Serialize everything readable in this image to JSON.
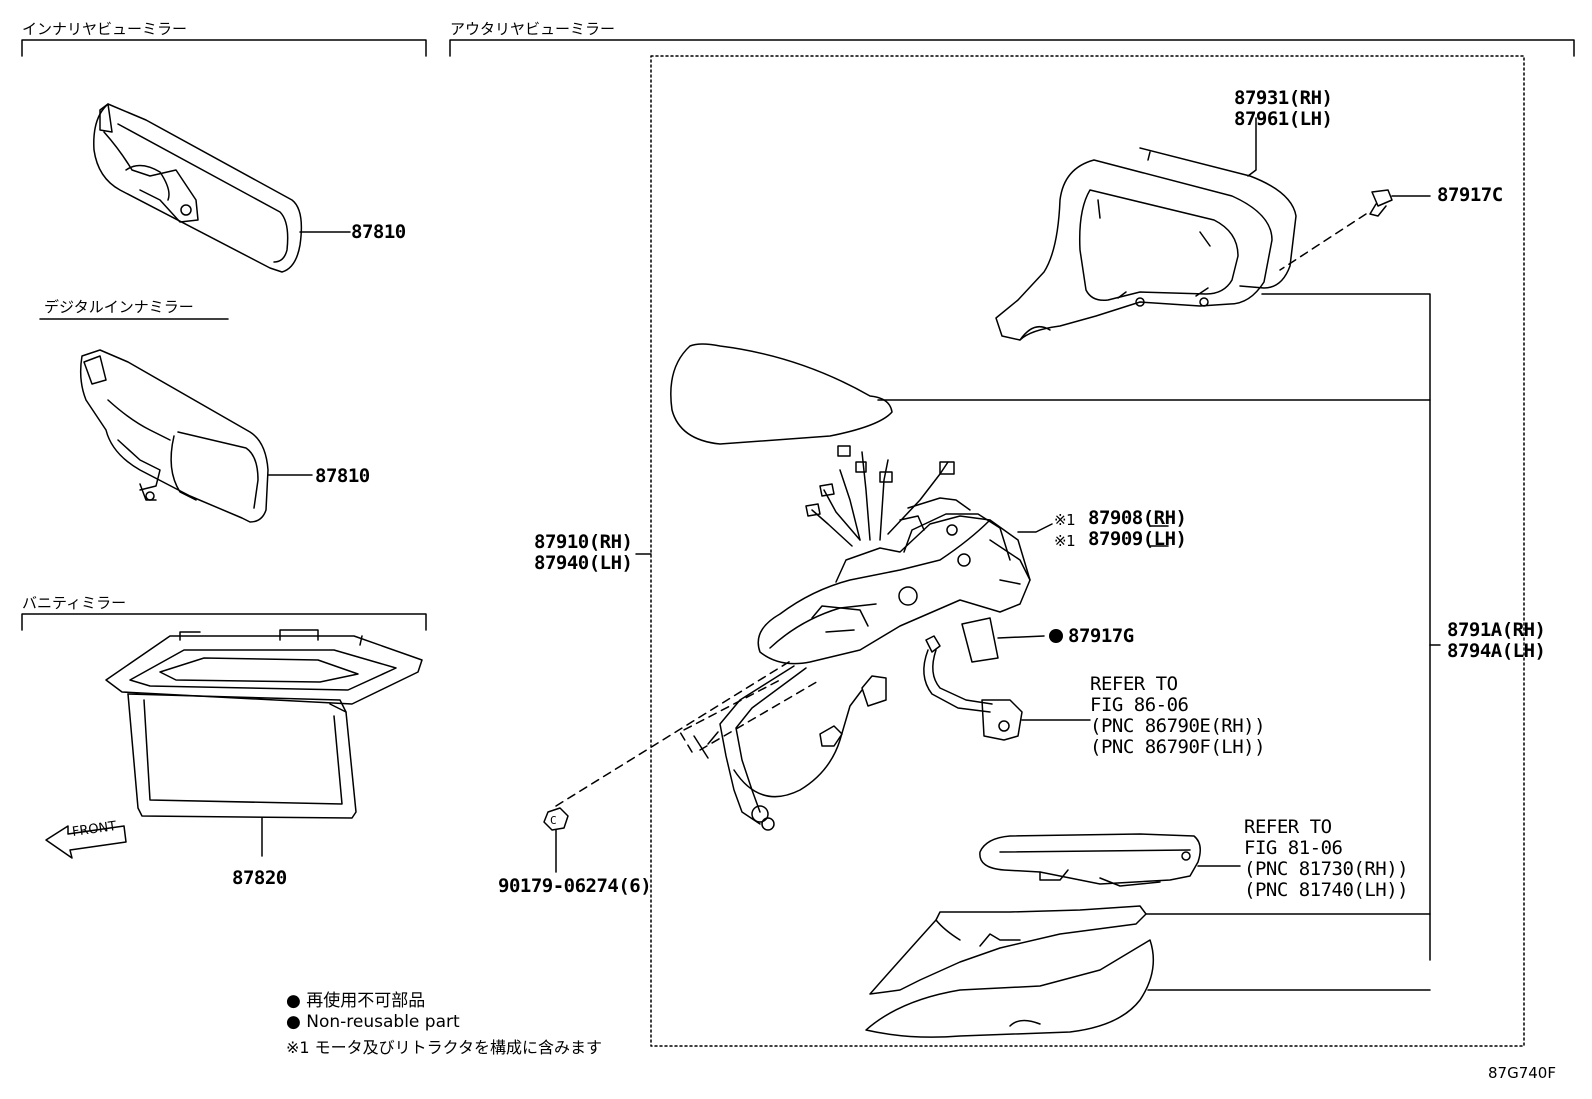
{
  "sections": {
    "inner_mirror": "インナリヤビューミラー",
    "outer_mirror": "アウタリヤビューミラー",
    "digital_mirror": "デジタルインナミラー",
    "vanity_mirror": "バニティミラー"
  },
  "parts": {
    "p87810_a": "87810",
    "p87810_b": "87810",
    "p87820": "87820",
    "p87931": "87931(RH)",
    "p87961": "87961(LH)",
    "p87917c": "87917C",
    "p87908": "87908(RH)",
    "p87909": "87909(LH)",
    "mark1_a": "※1",
    "mark1_b": "※1",
    "p87910": "87910(RH)",
    "p87940": "87940(LH)",
    "p87917g": "87917G",
    "p8791a": "8791A(RH)",
    "p8794a": "8794A(LH)",
    "p90179": "90179-06274(6)"
  },
  "refs": {
    "r1_l1": "REFER TO",
    "r1_l2": "FIG 86-06",
    "r1_l3": "(PNC 86790E(RH))",
    "r1_l4": "(PNC 86790F(LH))",
    "r2_l1": "REFER TO",
    "r2_l2": "FIG 81-06",
    "r2_l3": "(PNC 81730(RH))",
    "r2_l4": "(PNC 81740(LH))"
  },
  "front_label": "FRONT",
  "bolt_mark": "C",
  "notes": {
    "n1": "再使用不可部品",
    "n2": "Non-reusable part",
    "n3": "※1 モータ及びリトラクタを構成に含みます"
  },
  "figure_id": "87G740F"
}
